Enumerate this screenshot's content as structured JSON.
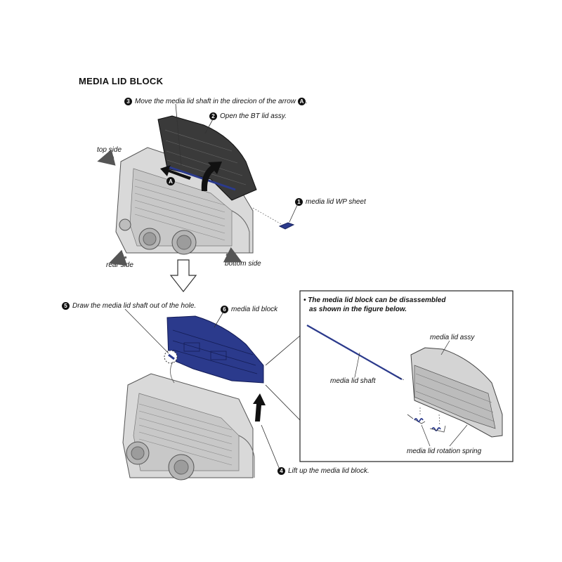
{
  "title": "MEDIA LID BLOCK",
  "steps": {
    "s1": {
      "num": "1",
      "text": "media lid WP sheet"
    },
    "s2": {
      "num": "2",
      "text": "Open the BT lid assy."
    },
    "s3": {
      "num": "3",
      "text": "Move the media lid shaft in the direcion of the arrow",
      "arrow_badge": "A"
    },
    "s4": {
      "num": "4",
      "text": "Lift up the media lid block."
    },
    "s5": {
      "num": "5",
      "text": "Draw the media lid shaft out of the hole."
    },
    "s6": {
      "num": "6",
      "text": "media lid block"
    }
  },
  "directions": {
    "top": "top side",
    "rear": "rear side",
    "bottom": "bottom side"
  },
  "arrow_marker": "A",
  "inset": {
    "note_line1": "• The media lid block can be disassembled",
    "note_line2": "as shown in the figure below.",
    "shaft": "media lid shaft",
    "assy": "media lid assy",
    "spring": "media lid rotation spring"
  },
  "colors": {
    "highlight_blue": "#2b3a8c",
    "device_gray": "#d9d9d9",
    "lid_dark": "#333333"
  }
}
